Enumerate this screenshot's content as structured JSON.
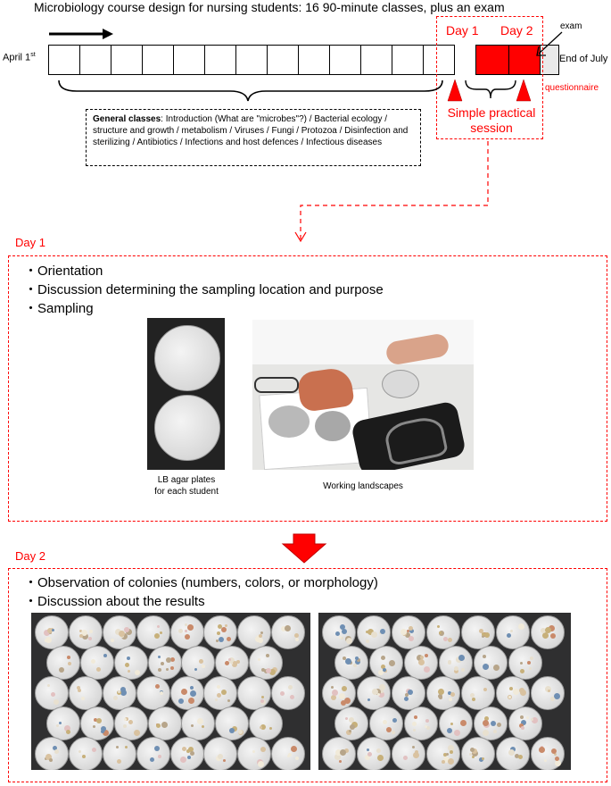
{
  "title": "Microbiology course design for nursing students: 16 90-minute classes, plus an exam",
  "timeline": {
    "start_label": "April 1",
    "start_label_sup": "st",
    "end_label": "End of July",
    "exam_label": "exam",
    "questionnaire_label": "questionnaire",
    "general_cell_count": 13,
    "day1_label": "Day 1",
    "day2_label": "Day 2",
    "practical_label_line1": "Simple practical",
    "practical_label_line2": "session"
  },
  "general_classes": {
    "heading": "General classes",
    "text": ": Introduction (What are \"microbes\"?) / Bacterial ecology / structure and growth / metabolism / Viruses / Fungi / Protozoa / Disinfection and sterilizing / Antibiotics / Infections and host defences / Infectious diseases"
  },
  "day1": {
    "label": "Day 1",
    "bullets": [
      "・Orientation",
      "・Discussion determining the sampling location and purpose",
      "・Sampling"
    ],
    "caption_plates_line1": "LB agar plates",
    "caption_plates_line2": "for each student",
    "caption_work": "Working landscapes"
  },
  "day2": {
    "label": "Day 2",
    "bullets": [
      "・Observation of colonies (numbers, colors, or morphology)",
      "・Discussion about the results"
    ]
  },
  "colors": {
    "accent_red": "#ff0000",
    "timeline_red_cell": "#ff0000",
    "timeline_exam_cell": "#e9e9e9"
  }
}
